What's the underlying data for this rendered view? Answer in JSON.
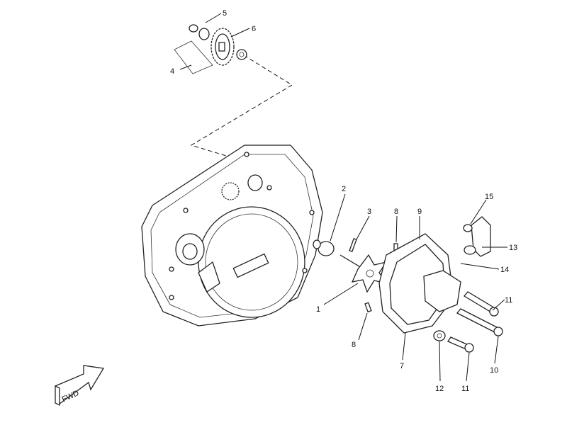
{
  "diagram": {
    "callouts": {
      "c1": "1",
      "c2": "2",
      "c3": "3",
      "c4": "4",
      "c5": "5",
      "c6": "6",
      "c7": "7",
      "c8a": "8",
      "c8b": "8",
      "c9": "9",
      "c10": "10",
      "c11a": "11",
      "c11b": "11",
      "c12": "12",
      "c13": "13",
      "c14": "14",
      "c15": "15"
    },
    "fwd_label": "FWD"
  }
}
